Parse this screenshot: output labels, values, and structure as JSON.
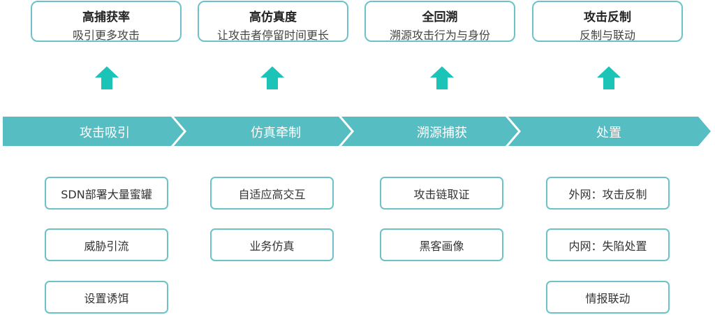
{
  "colors": {
    "border": "#6cc3c7",
    "band": "#56bdc2",
    "arrow": "#1cc4b8"
  },
  "goals": [
    {
      "title": "高捕获率",
      "subtitle": "吸引更多攻击"
    },
    {
      "title": "高仿真度",
      "subtitle": "让攻击者停留时间更长"
    },
    {
      "title": "全回溯",
      "subtitle": "溯源攻击行为与身份"
    },
    {
      "title": "攻击反制",
      "subtitle": "反制与联动"
    }
  ],
  "stages": [
    "攻击吸引",
    "仿真牵制",
    "溯源捕获",
    "处置"
  ],
  "items": [
    [
      "SDN部署大量蜜罐",
      "威胁引流",
      "设置诱饵"
    ],
    [
      "自适应高交互",
      "业务仿真"
    ],
    [
      "攻击链取证",
      "黑客画像"
    ],
    [
      "外网：攻击反制",
      "内网：失陷处置",
      "情报联动"
    ]
  ]
}
